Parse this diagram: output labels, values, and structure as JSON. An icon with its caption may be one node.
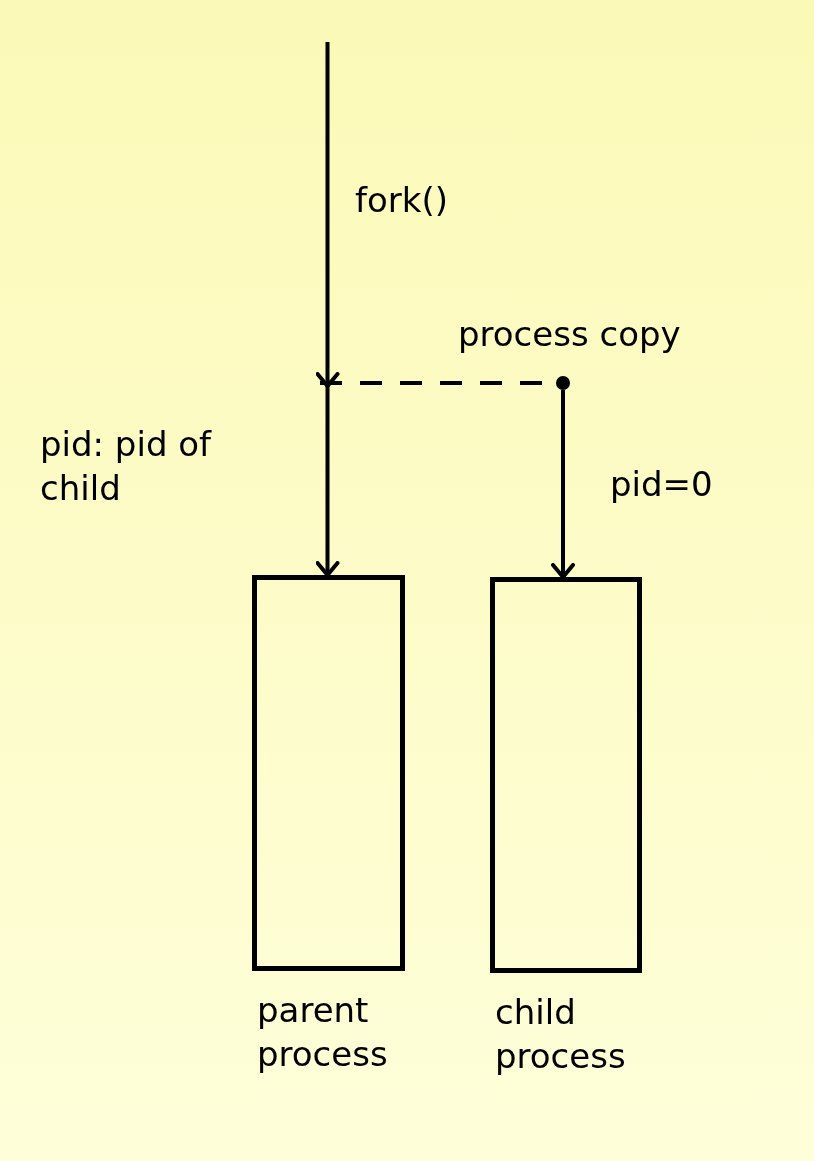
{
  "diagram": {
    "nodes": [
      {
        "text": [
          "parent process"
        ]
      },
      {
        "text": [
          "child process"
        ]
      },
      {
        "text": [],
        "shape": "circle"
      }
    ],
    "edges": [
      {
        "from": null,
        "to": 0,
        "arrow": "to",
        "label": "fork()"
      },
      {
        "from": null,
        "to": 2,
        "arrow": "none",
        "style": "dashed",
        "label": "process copy"
      },
      {
        "from": 2,
        "to": 1,
        "arrow": "to",
        "label": "pid=0"
      }
    ],
    "labels": [
      "pid: pid of child"
    ]
  }
}
